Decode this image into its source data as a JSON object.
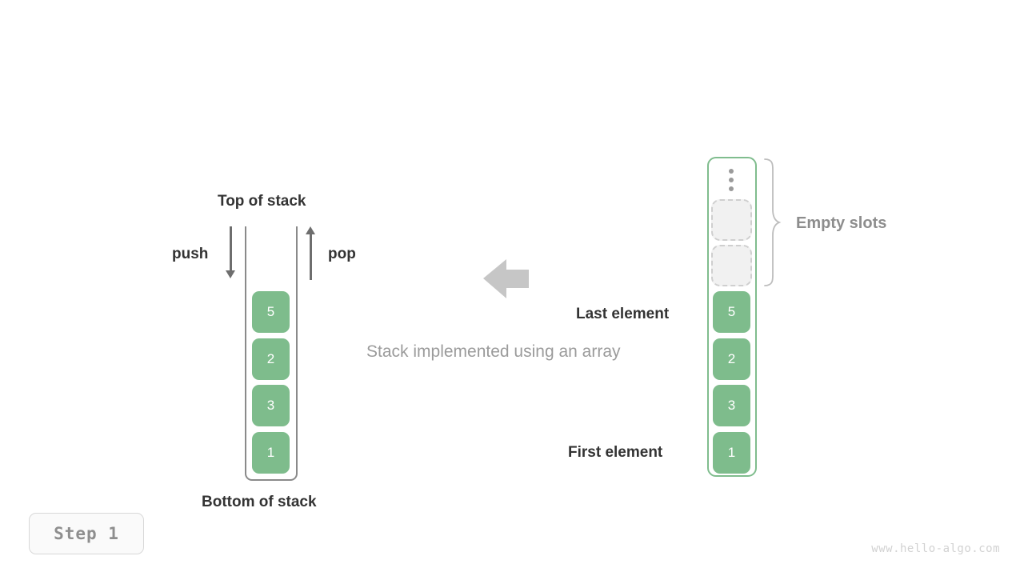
{
  "caption": "Stack implemented using an array",
  "step_badge": "Step  1",
  "watermark": "www.hello-algo.com",
  "colors": {
    "element_green": "#7ebc8c",
    "array_border_green": "#80bd8e",
    "vessel_gray": "#8a8a8a",
    "arrow_gray": "#6e6e6e",
    "muted_text": "#9b9b9b",
    "dark_text": "#333333",
    "empty_slot_fill": "#f1f1f1",
    "empty_slot_border": "#cfcfcf",
    "big_arrow_gray": "#c6c6c6"
  },
  "left_stack": {
    "top_label": "Top of stack",
    "bottom_label": "Bottom of stack",
    "push_label": "push",
    "pop_label": "pop",
    "elements": [
      "5",
      "2",
      "3",
      "1"
    ]
  },
  "transform_arrow": {
    "icon": "arrow-left-icon",
    "direction": "left"
  },
  "right_array": {
    "ellipsis_icon": "vertical-ellipsis-icon",
    "empty_slots_label": "Empty slots",
    "empty_slot_count": 2,
    "last_element_label": "Last element",
    "first_element_label": "First element",
    "elements": [
      "5",
      "2",
      "3",
      "1"
    ]
  }
}
